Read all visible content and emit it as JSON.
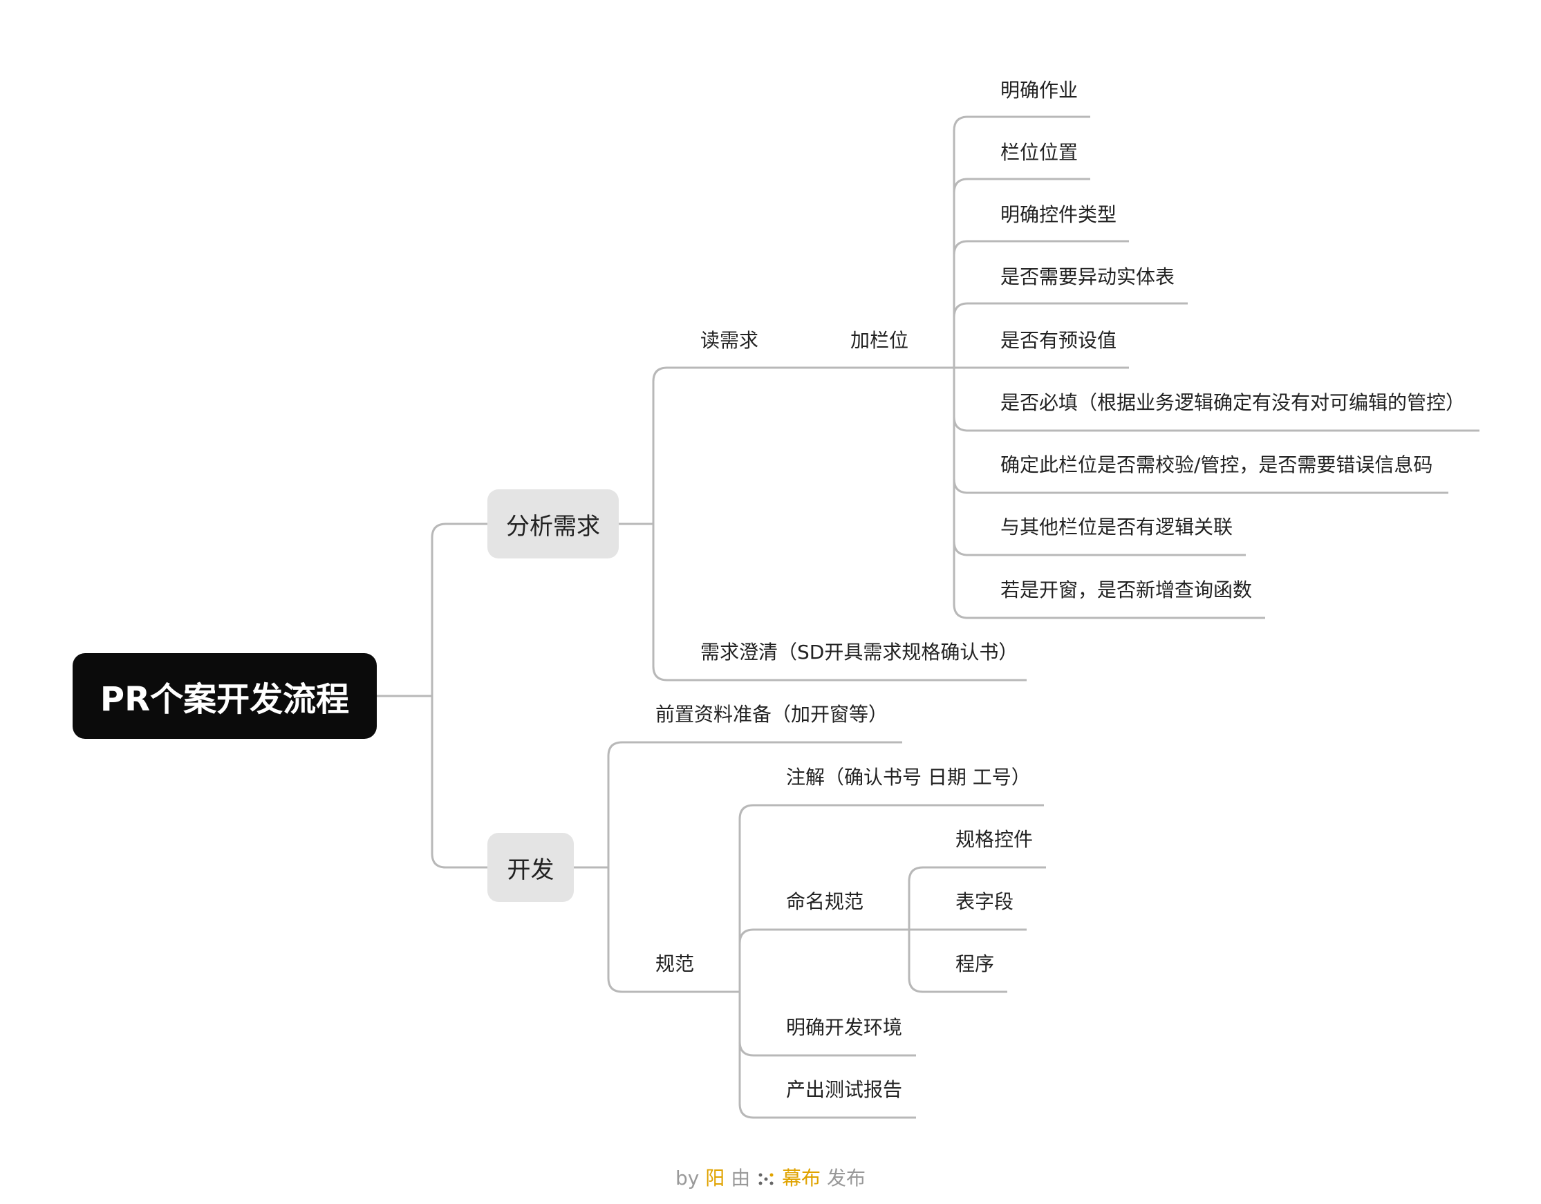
{
  "root": {
    "label": "PR个案开发流程"
  },
  "branch_analysis": {
    "label": "分析需求"
  },
  "branch_dev": {
    "label": "开发"
  },
  "analysis": {
    "read_req": "读需求",
    "add_field": "加栏位",
    "field_items": [
      "明确作业",
      "栏位位置",
      "明确控件类型",
      "是否需要异动实体表",
      "是否有预设值",
      "是否必填（根据业务逻辑确定有没有对可编辑的管控）",
      "确定此栏位是否需校验/管控，是否需要错误信息码",
      "与其他栏位是否有逻辑关联",
      "若是开窗，是否新增查询函数"
    ],
    "clarify": "需求澄清（SD开具需求规格确认书）"
  },
  "dev": {
    "prep": "前置资料准备（加开窗等）",
    "spec": "规范",
    "comment": "注解（确认书号 日期 工号）",
    "naming": "命名规范",
    "naming_items": [
      "规格控件",
      "表字段",
      "程序"
    ],
    "env": "明确开发环境",
    "report": "产出测试报告"
  },
  "footer": {
    "by": "by",
    "author": "阳",
    "via": "由",
    "brand": "幕布",
    "publish": "发布"
  },
  "colors": {
    "line": "#b8b8b8",
    "root_bg": "#0b0b0b",
    "box_bg": "#e4e4e4",
    "brand": "#e0a300"
  }
}
